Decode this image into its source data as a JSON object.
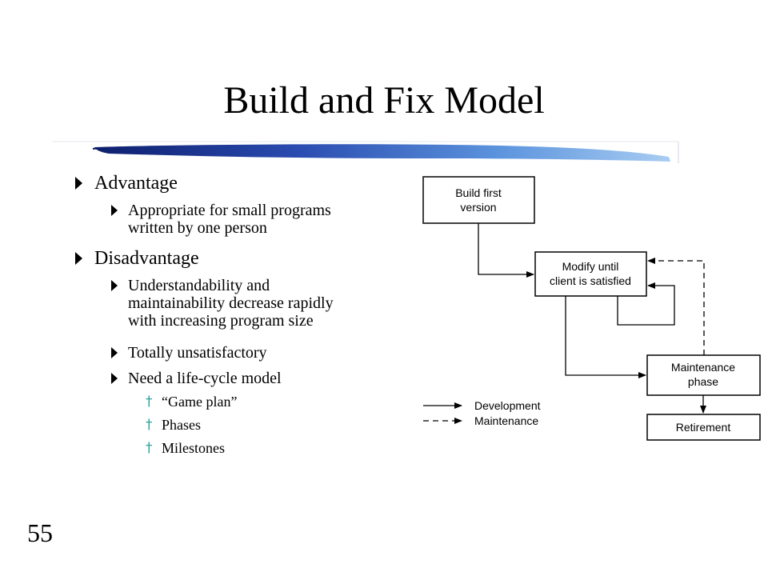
{
  "slide": {
    "title": "Build and Fix Model",
    "page_number": "55"
  },
  "bullets": {
    "advantage": "Advantage",
    "advantage_sub": [
      "Appropriate for small programs",
      "written by one person"
    ],
    "disadvantage": "Disadvantage",
    "disadvantage_sub1": [
      "Understandability and",
      "maintainability decrease rapidly",
      "with increasing program size"
    ],
    "disadvantage_sub2": "Totally unsatisfactory",
    "disadvantage_sub3": "Need a life-cycle model",
    "life_cycle_items": [
      "“Game plan”",
      "Phases",
      "Milestones"
    ]
  },
  "diagram": {
    "boxes": {
      "build_first_version": [
        "Build first",
        "version"
      ],
      "modify_until_satisfied": [
        "Modify until",
        "client is satisfied"
      ],
      "maintenance_phase": [
        "Maintenance",
        "phase"
      ],
      "retirement": "Retirement"
    },
    "legend": {
      "development": "Development",
      "maintenance": "Maintenance"
    }
  },
  "colors": {
    "bullet_arrow": "#000000",
    "level3_dash": "#2aa59a",
    "brush_dark": "#1a2f8f",
    "brush_light": "#7fb2e8"
  }
}
